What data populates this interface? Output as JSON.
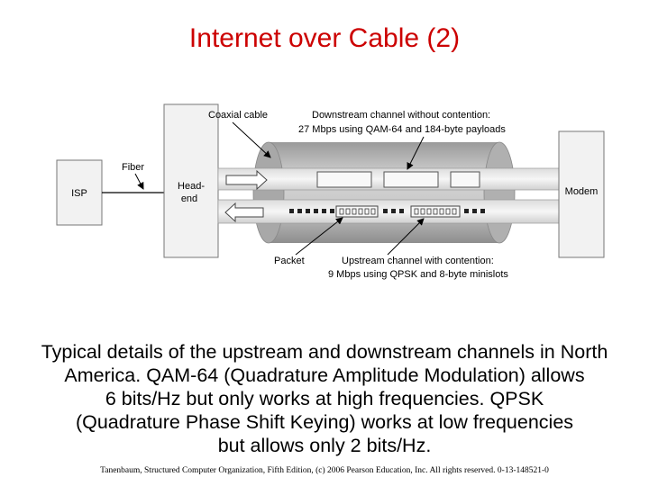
{
  "title": "Internet over Cable (2)",
  "diagram": {
    "isp_label": "ISP",
    "fiber_label": "Fiber",
    "headend_label_line1": "Head-",
    "headend_label_line2": "end",
    "modem_label": "Modem",
    "coax_label": "Coaxial cable",
    "downstream_label_line1": "Downstream channel without contention:",
    "downstream_label_line2": "27 Mbps using QAM-64 and 184-byte payloads",
    "packet_label": "Packet",
    "upstream_label_line1": "Upstream channel with contention:",
    "upstream_label_line2": "9 Mbps using QPSK and 8-byte minislots",
    "colors": {
      "cable_fill": "#b9b9b9",
      "box_fill": "#f0f0f0",
      "lane_fill": "#ffffff"
    }
  },
  "caption": {
    "line1": "Typical details of the upstream and downstream channels in North",
    "line2": "America.  QAM-64 (Quadrature Amplitude Modulation) allows",
    "line3": "6 bits/Hz but only works at high frequencies.  QPSK",
    "line4": "(Quadrature Phase Shift Keying) works at low frequencies",
    "line5": "but allows only 2 bits/Hz."
  },
  "footer": "Tanenbaum, Structured Computer Organization, Fifth Edition, (c) 2006 Pearson Education, Inc. All rights reserved. 0-13-148521-0"
}
